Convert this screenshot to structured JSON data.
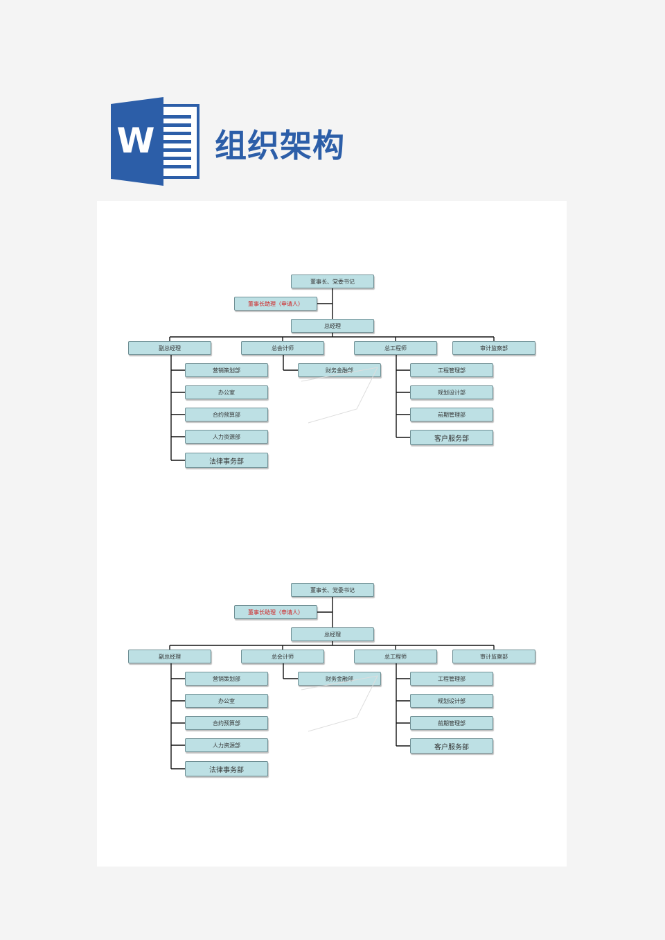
{
  "header": {
    "title": "组织架构",
    "logo_letter": "W"
  },
  "org": {
    "top": "董事长、党委书记",
    "assistant": "董事长助理（申请人）",
    "gm": "总经理",
    "heads": [
      "副总经理",
      "总会计师",
      "总工程师",
      "审计监察部"
    ],
    "vice_gm_depts": [
      "营销策划部",
      "办公室",
      "合约预算部",
      "人力资源部",
      "法律事务部"
    ],
    "accountant_depts": [
      "财务金融部"
    ],
    "engineer_depts": [
      "工程管理部",
      "规划设计部",
      "前期管理部",
      "客户服务部"
    ]
  },
  "colors": {
    "box": "#bde0e4",
    "title": "#2c5ea8",
    "assistant_text": "#d02020"
  }
}
